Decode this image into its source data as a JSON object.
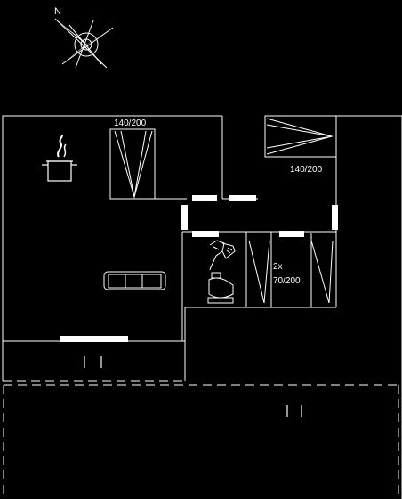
{
  "compass": {
    "north_label": "N",
    "icon": "compass-rose-icon"
  },
  "rooms": {
    "bedroom_top_left": {
      "bed_label": "140/200"
    },
    "bedroom_top_right": {
      "bed_label": "140/200"
    },
    "bedroom_bunk": {
      "bed_label_line1": "2x",
      "bed_label_line2": "70/200"
    }
  },
  "icons": {
    "kitchen": "cooking-pot-icon",
    "sofa": "sofa-icon",
    "bathroom": "toilet-shower-icon"
  },
  "colors": {
    "background": "#000000",
    "lines": "#ffffff"
  }
}
